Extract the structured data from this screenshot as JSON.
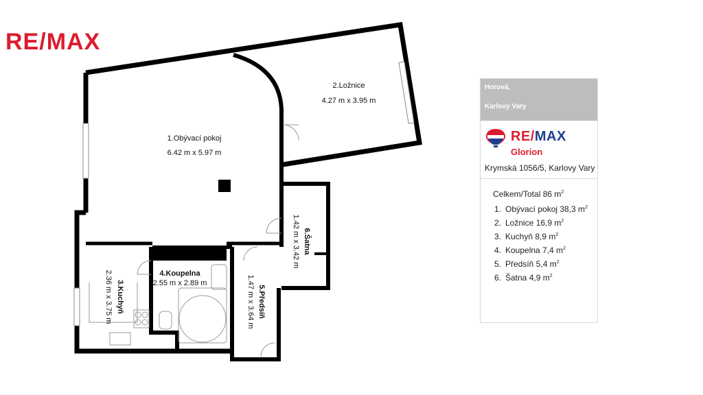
{
  "brand": {
    "logo_text_1": "RE",
    "logo_slash": "/",
    "logo_text_2": "MAX",
    "red": "#dc1c2e",
    "blue": "#1d3f8e"
  },
  "rooms": [
    {
      "name": "1.Obývací pokoj",
      "dims": "6.42 m x 5.97 m"
    },
    {
      "name": "2.Ložnice",
      "dims": "4.27 m x 3.95 m"
    },
    {
      "name": "3.Kuchyň",
      "dims": "2.36 m x 3.75 m"
    },
    {
      "name": "4.Koupelna",
      "dims": "2.55 m x 2.89 m"
    },
    {
      "name": "5.Předsíň",
      "dims": "1.47 m x 3.64 m"
    },
    {
      "name": "6.Šatna",
      "dims": "1.42 m x 3.42 m"
    }
  ],
  "card": {
    "street": "Horová,",
    "city": "Karlovy Vary",
    "brand_name_1": "RE/",
    "brand_name_2": "MAX",
    "office": "Glorion",
    "address": "Krymská 1056/5, Karlovy Vary",
    "total_label": "Celkem/Total  86 m",
    "total_sup": "2",
    "items": [
      {
        "num": "1.",
        "label": "Obývací pokoj 38,3 m",
        "sup": "2"
      },
      {
        "num": "2.",
        "label": "Ložnice 16,9 m",
        "sup": "2"
      },
      {
        "num": "3.",
        "label": "Kuchyň 8,9 m",
        "sup": "2"
      },
      {
        "num": "4.",
        "label": "Koupelna 7,4 m",
        "sup": "2"
      },
      {
        "num": "5.",
        "label": "Předsíň 5,4 m",
        "sup": "2"
      },
      {
        "num": "6.",
        "label": "Šatna 4,9 m",
        "sup": "2"
      }
    ]
  }
}
